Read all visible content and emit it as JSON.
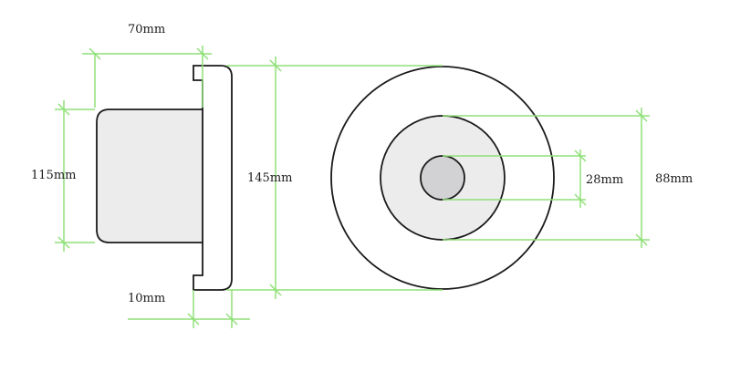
{
  "dimensions": {
    "side_depth": "70mm",
    "side_height": "115mm",
    "flange_height": "145mm",
    "flange_thickness": "10mm",
    "inner_hole": "28mm",
    "inner_ring": "88mm"
  },
  "colors": {
    "outline": "#1a1a1a",
    "dimension_line": "#8fe078",
    "body_fill": "#ececec",
    "hub_fill": "#d2d2d4",
    "background": "#ffffff"
  }
}
